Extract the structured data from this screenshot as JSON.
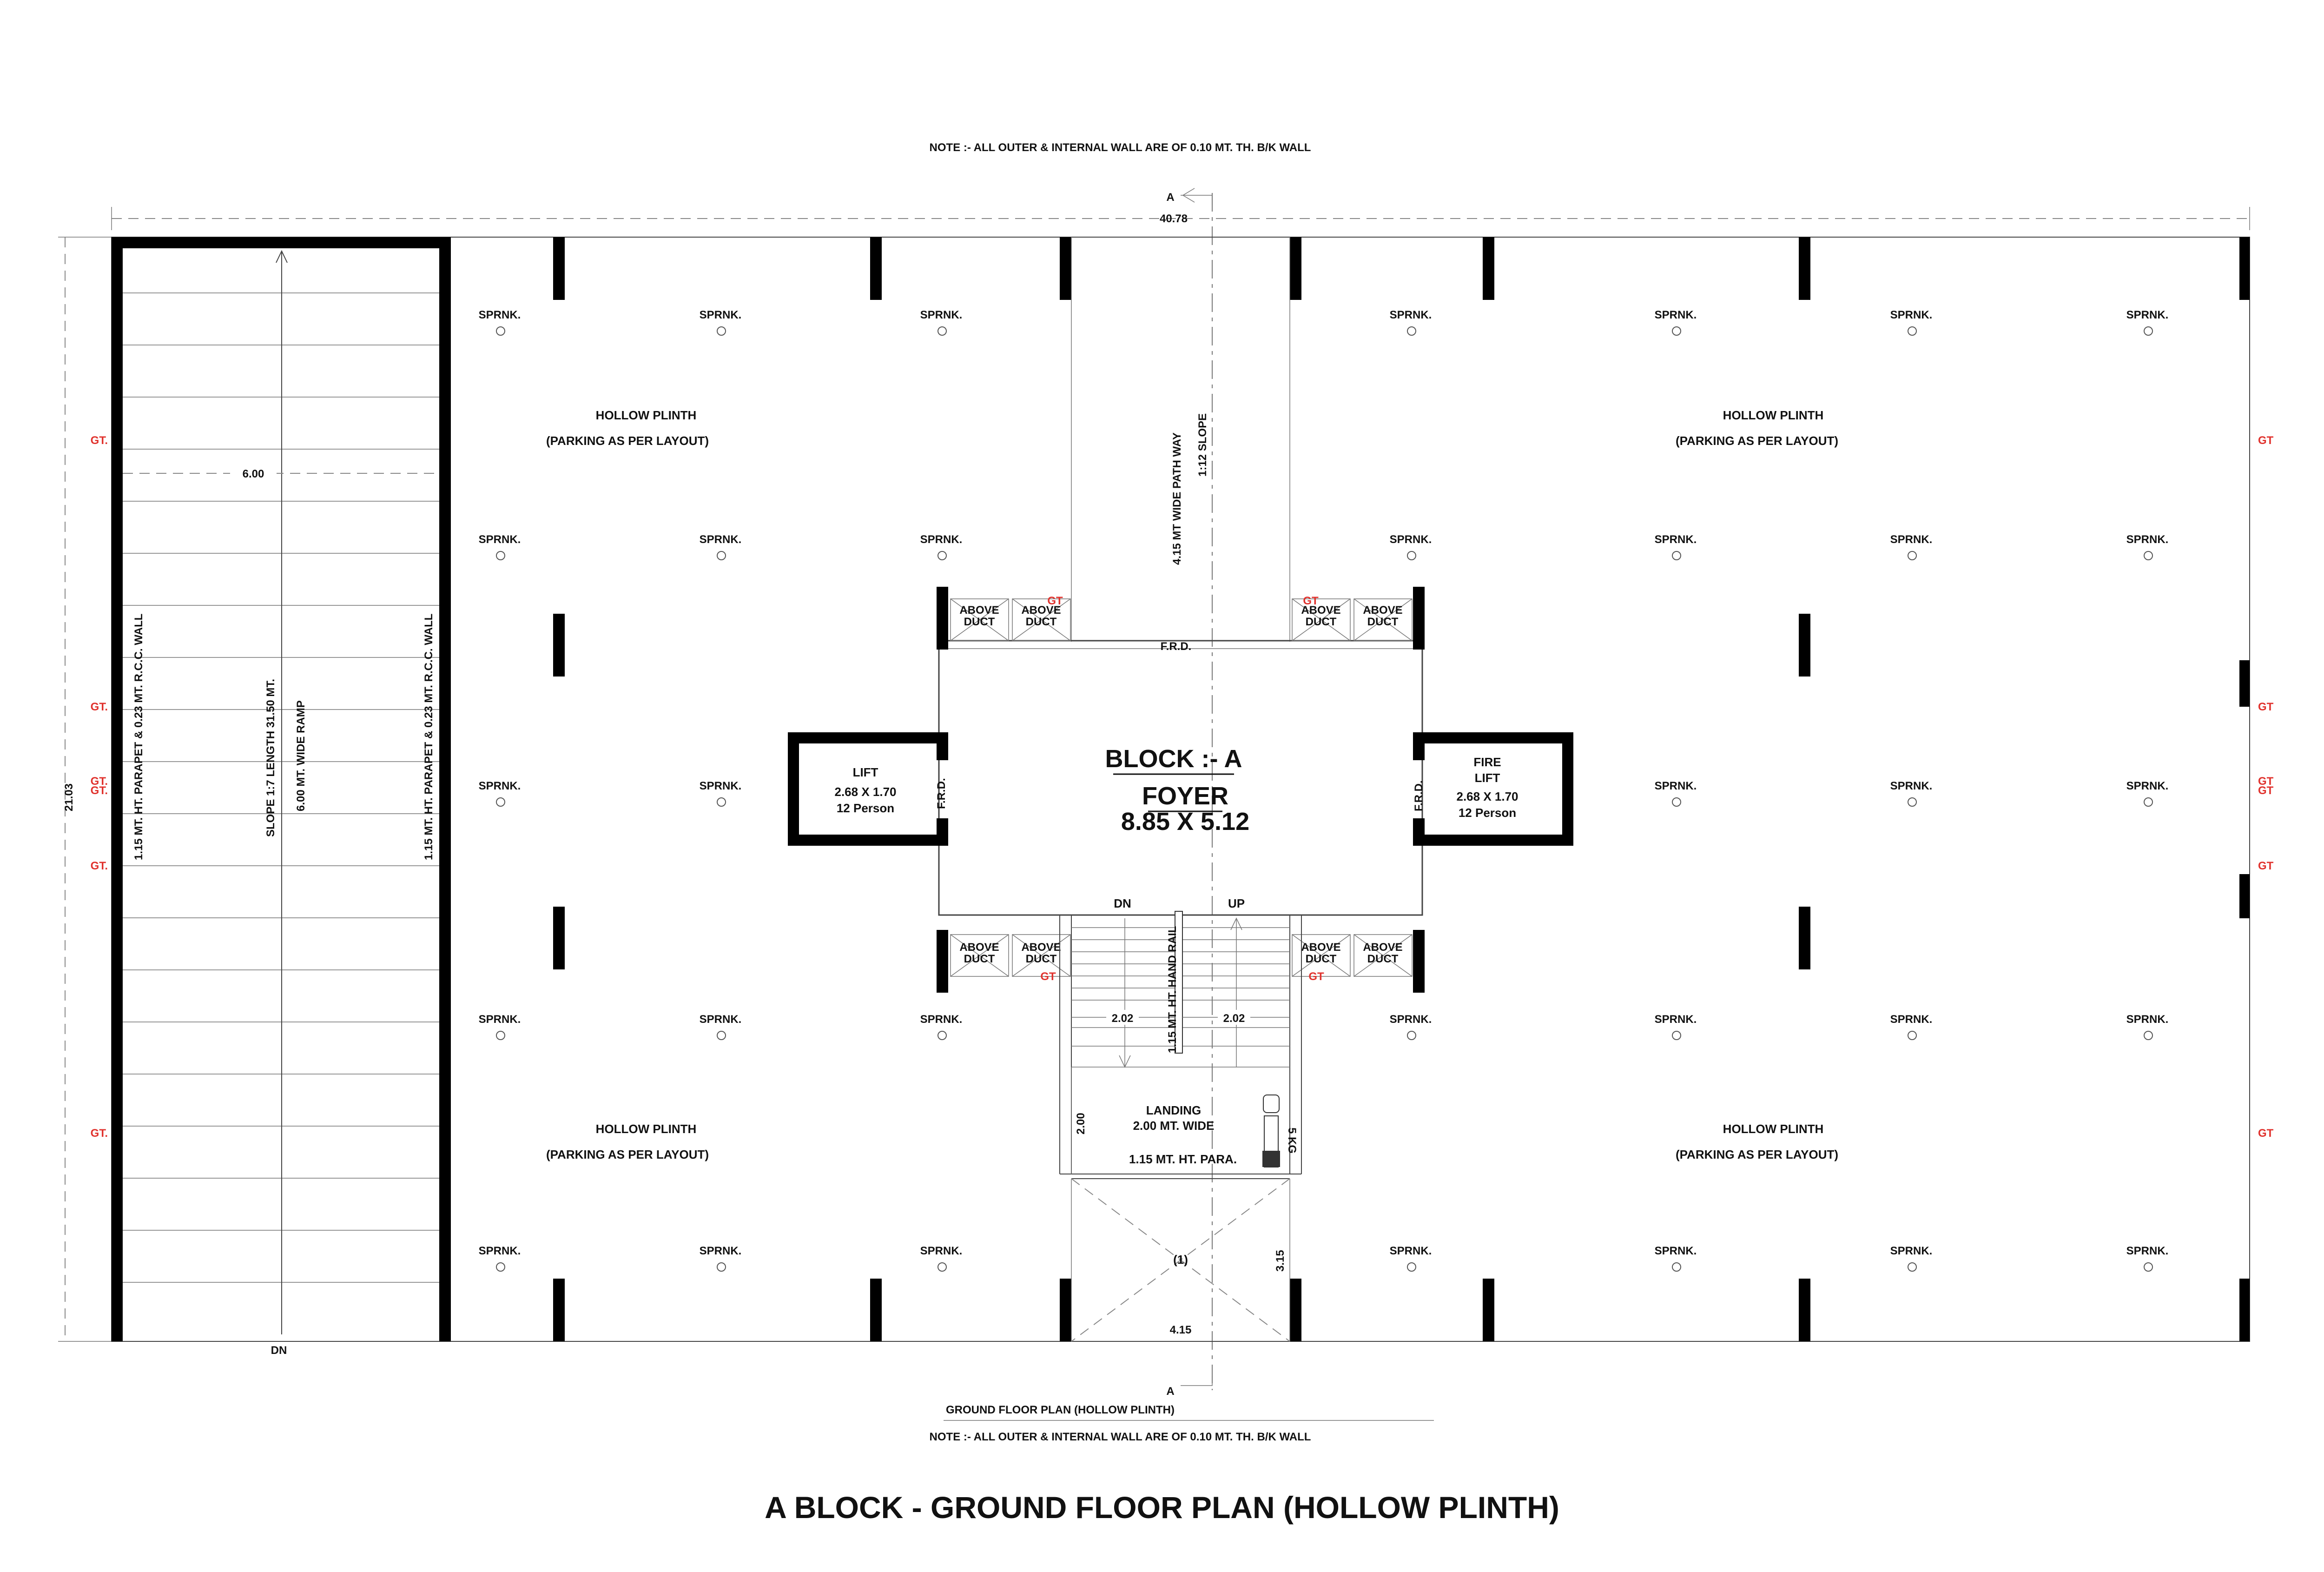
{
  "title": "A BLOCK  - GROUND FLOOR PLAN (HOLLOW PLINTH)",
  "notes": {
    "top": "NOTE :- ALL OUTER & INTERNAL WALL ARE OF 0.10 MT. TH. B/K WALL",
    "bottom": "NOTE :- ALL OUTER & INTERNAL WALL ARE OF 0.10 MT. TH. B/K WALL",
    "plan_caption": "GROUND FLOOR PLAN (HOLLOW PLINTH)"
  },
  "dimensions": {
    "overall_width": "40.78",
    "overall_depth": "21.03",
    "ramp_width": "6.00",
    "stair_left": "2.02",
    "stair_right": "2.02",
    "landing_depth": "2.00",
    "entry_depth": "3.15",
    "entry_width": "4.15"
  },
  "section_markers": {
    "top": "A",
    "bottom": "A"
  },
  "ramp": {
    "parapet_left": "1.15 MT. HT. PARAPET & 0.23 MT.  R.C.C. WALL",
    "parapet_right": "1.15 MT. HT. PARAPET & 0.23 MT.  R.C.C. WALL",
    "slope": "SLOPE 1:7  LENGTH  31.50 MT.",
    "width_label": "6.00 MT. WIDE RAMP",
    "dn": "DN"
  },
  "pathway": {
    "label": "4.15 MT WIDE  PATH WAY",
    "slope": "1:12 SLOPE"
  },
  "parking": {
    "title": "HOLLOW PLINTH",
    "subtitle": "(PARKING AS PER LAYOUT)"
  },
  "sprinkler_label": "SPRNK.",
  "gate_label": "GT.",
  "gate_label_short": "GT",
  "duct_label_top": "ABOVE",
  "duct_label_bottom": "DUCT",
  "frd": "F.R.D.",
  "foyer": {
    "block": "BLOCK :- A",
    "name": "FOYER",
    "size": "8.85 X 5.12"
  },
  "lift": {
    "name": "LIFT",
    "size": "2.68 X 1.70",
    "capacity": "12 Person"
  },
  "fire_lift": {
    "line1": "FIRE",
    "line2": "LIFT",
    "size": "2.68 X 1.70",
    "capacity": "12 Person"
  },
  "stair": {
    "dn": "DN",
    "up": "UP",
    "handrail": "1.15 MT. HT. HAND RAIL",
    "landing": "LANDING",
    "landing_width": "2.00 MT. WIDE",
    "parapet": "1.15 MT. HT. PARA.",
    "extinguisher": "5 KG",
    "entry_mark": "(1)"
  }
}
